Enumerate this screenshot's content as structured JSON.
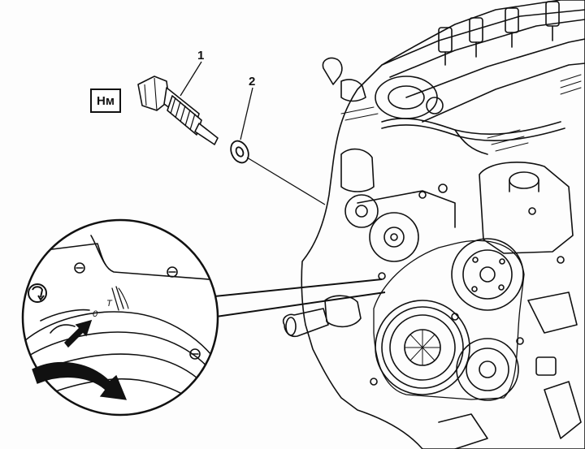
{
  "callouts": {
    "bolt": "1",
    "washer": "2"
  },
  "torque_symbol": "Нм",
  "timing_marks": {
    "zero": "0",
    "tdc": "T"
  },
  "icons": {
    "detail_symbol": "rotation-symbol-icon",
    "pointer": "pointer-arrow-icon",
    "rotation": "rotation-direction-arrow-icon"
  },
  "colors": {
    "line": "#111111",
    "background": "#fdfdfd"
  }
}
